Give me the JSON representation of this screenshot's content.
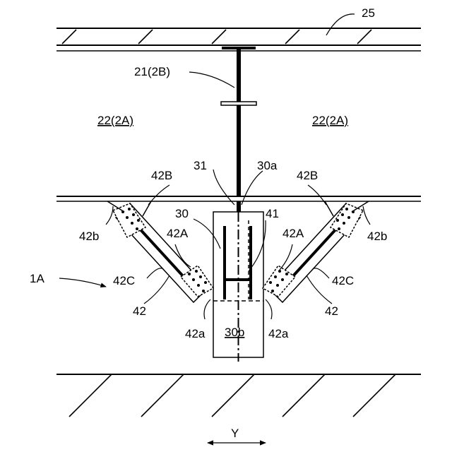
{
  "labels": {
    "slab": "25",
    "beam": "21(2B)",
    "space_left": "22(2A)",
    "space_right": "22(2A)",
    "bolt": "31",
    "post_top": "30a",
    "post": "30",
    "plate": "41",
    "brace_plate_left_top": "42B",
    "brace_plate_right_top": "42B",
    "brace_end_left_top": "42b",
    "brace_end_right_top": "42b",
    "brace_plate_left_bottom": "42A",
    "brace_plate_right_bottom": "42A",
    "brace_body_left": "42C",
    "brace_body_right": "42C",
    "brace_left": "42",
    "brace_right": "42",
    "brace_end_left_bottom": "42a",
    "brace_end_right_bottom": "42a",
    "post_bottom": "30b",
    "assembly": "1A",
    "direction": "Y"
  }
}
